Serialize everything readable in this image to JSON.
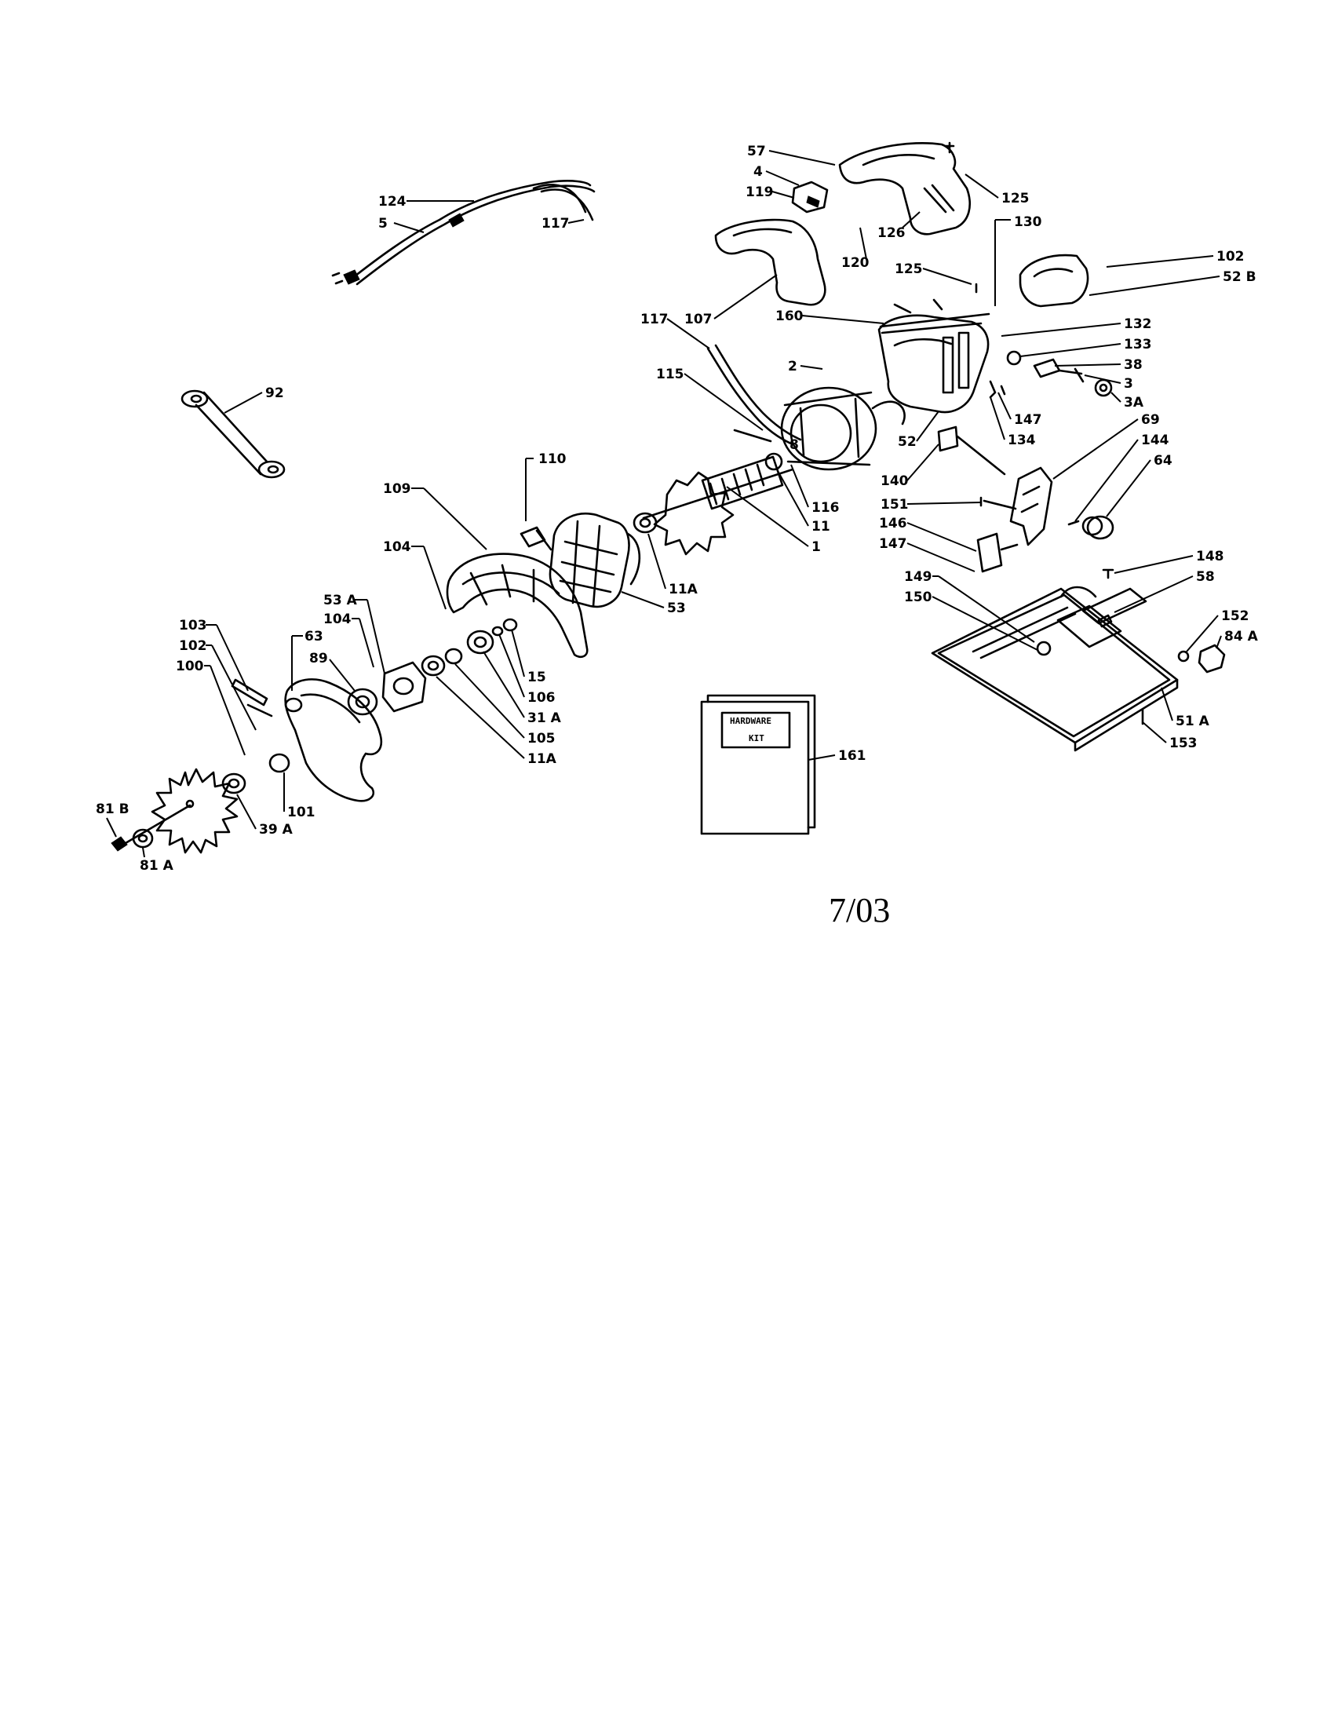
{
  "date_code": "7/03",
  "hardware_kit": {
    "line1": "HARDWARE",
    "line2": "KIT"
  },
  "callouts": {
    "c124": "124",
    "c5": "5",
    "c117a": "117",
    "c57": "57",
    "c4": "4",
    "c119": "119",
    "c125a": "125",
    "c126": "126",
    "c120": "120",
    "c130": "130",
    "c102a": "102",
    "c52b": "52 B",
    "c125b": "125",
    "c107": "107",
    "c117b": "117",
    "c160": "160",
    "c132": "132",
    "c133": "133",
    "c38": "38",
    "c3": "3",
    "c3a": "3A",
    "c115": "115",
    "c2": "2",
    "c147a": "147",
    "c134": "134",
    "c52": "52",
    "c69": "69",
    "c92": "92",
    "c110": "110",
    "c8": "8",
    "c116": "116",
    "c11": "11",
    "c1": "1",
    "c144": "144",
    "c64": "64",
    "c140": "140",
    "c151": "151",
    "c109": "109",
    "c11a": "11A",
    "c53": "53",
    "c146": "146",
    "c147b": "147",
    "c148": "148",
    "c58": "58",
    "c104a": "104",
    "c149": "149",
    "c150": "150",
    "c53a": "53 A",
    "c104b": "104",
    "c15": "15",
    "c152": "152",
    "c84a": "84 A",
    "c103": "103",
    "c63": "63",
    "c102b": "102",
    "c89": "89",
    "c106": "106",
    "c100": "100",
    "c31a": "31 A",
    "c105": "105",
    "c51a": "51 A",
    "c11a2": "11A",
    "c153": "153",
    "c161": "161",
    "c101": "101",
    "c39a": "39 A",
    "c81b": "81 B",
    "c81a": "81 A"
  }
}
